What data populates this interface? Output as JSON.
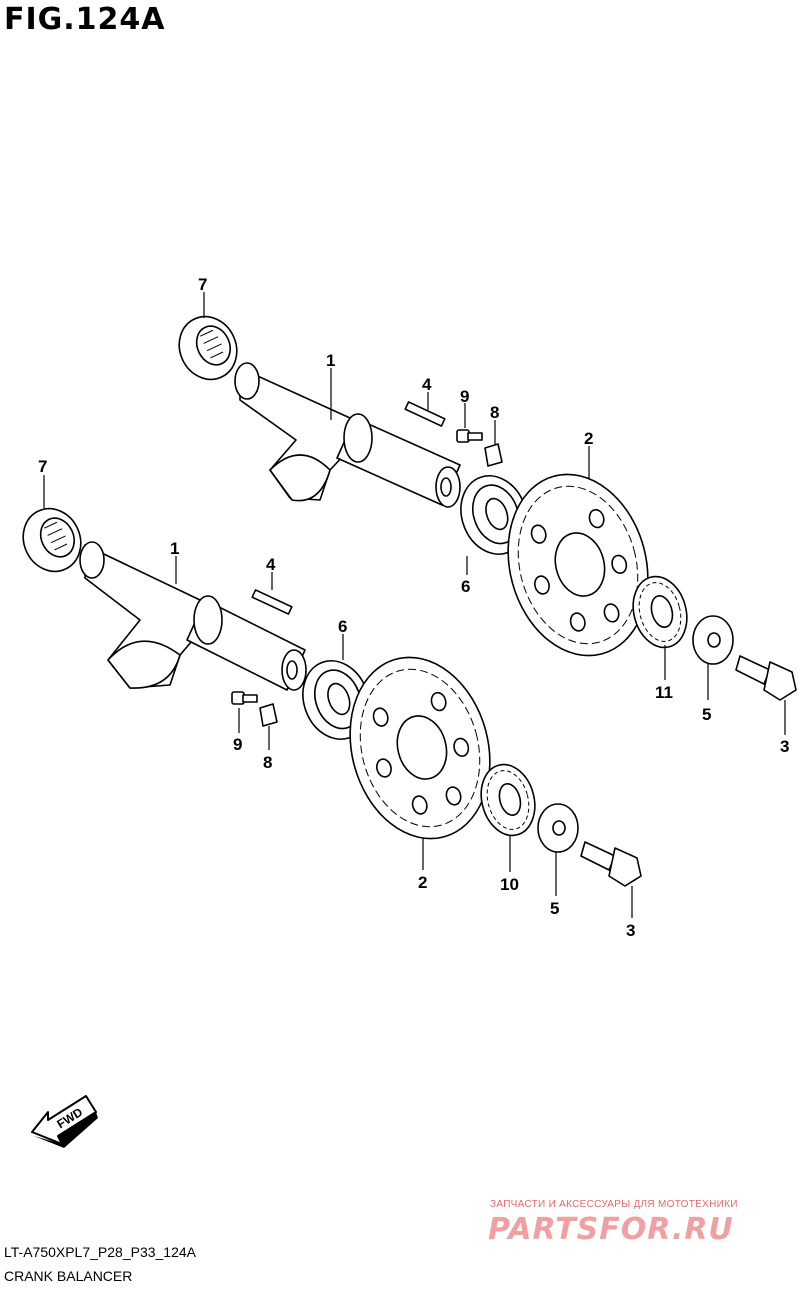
{
  "figure": {
    "title": "FIG.124A"
  },
  "callouts": {
    "c7a": "7",
    "c1a": "1",
    "c4a": "4",
    "c9a": "9",
    "c8a": "8",
    "c2a": "2",
    "c6a": "6",
    "c11": "11",
    "c5a": "5",
    "c3a": "3",
    "c7b": "7",
    "c1b": "1",
    "c4b": "4",
    "c6b": "6",
    "c9b": "9",
    "c8b": "8",
    "c2b": "2",
    "c10": "10",
    "c5b": "5",
    "c3b": "3"
  },
  "fwd": {
    "label": "FWD"
  },
  "footer": {
    "code": "LT-A750XPL7_P28_P33_124A",
    "name": "CRANK BALANCER"
  },
  "watermark": {
    "tagline": "ЗАПЧАСТИ И АКСЕССУАРЫ ДЛЯ МОТОТЕХНИКИ",
    "logo": "PARTSFOR.RU"
  }
}
